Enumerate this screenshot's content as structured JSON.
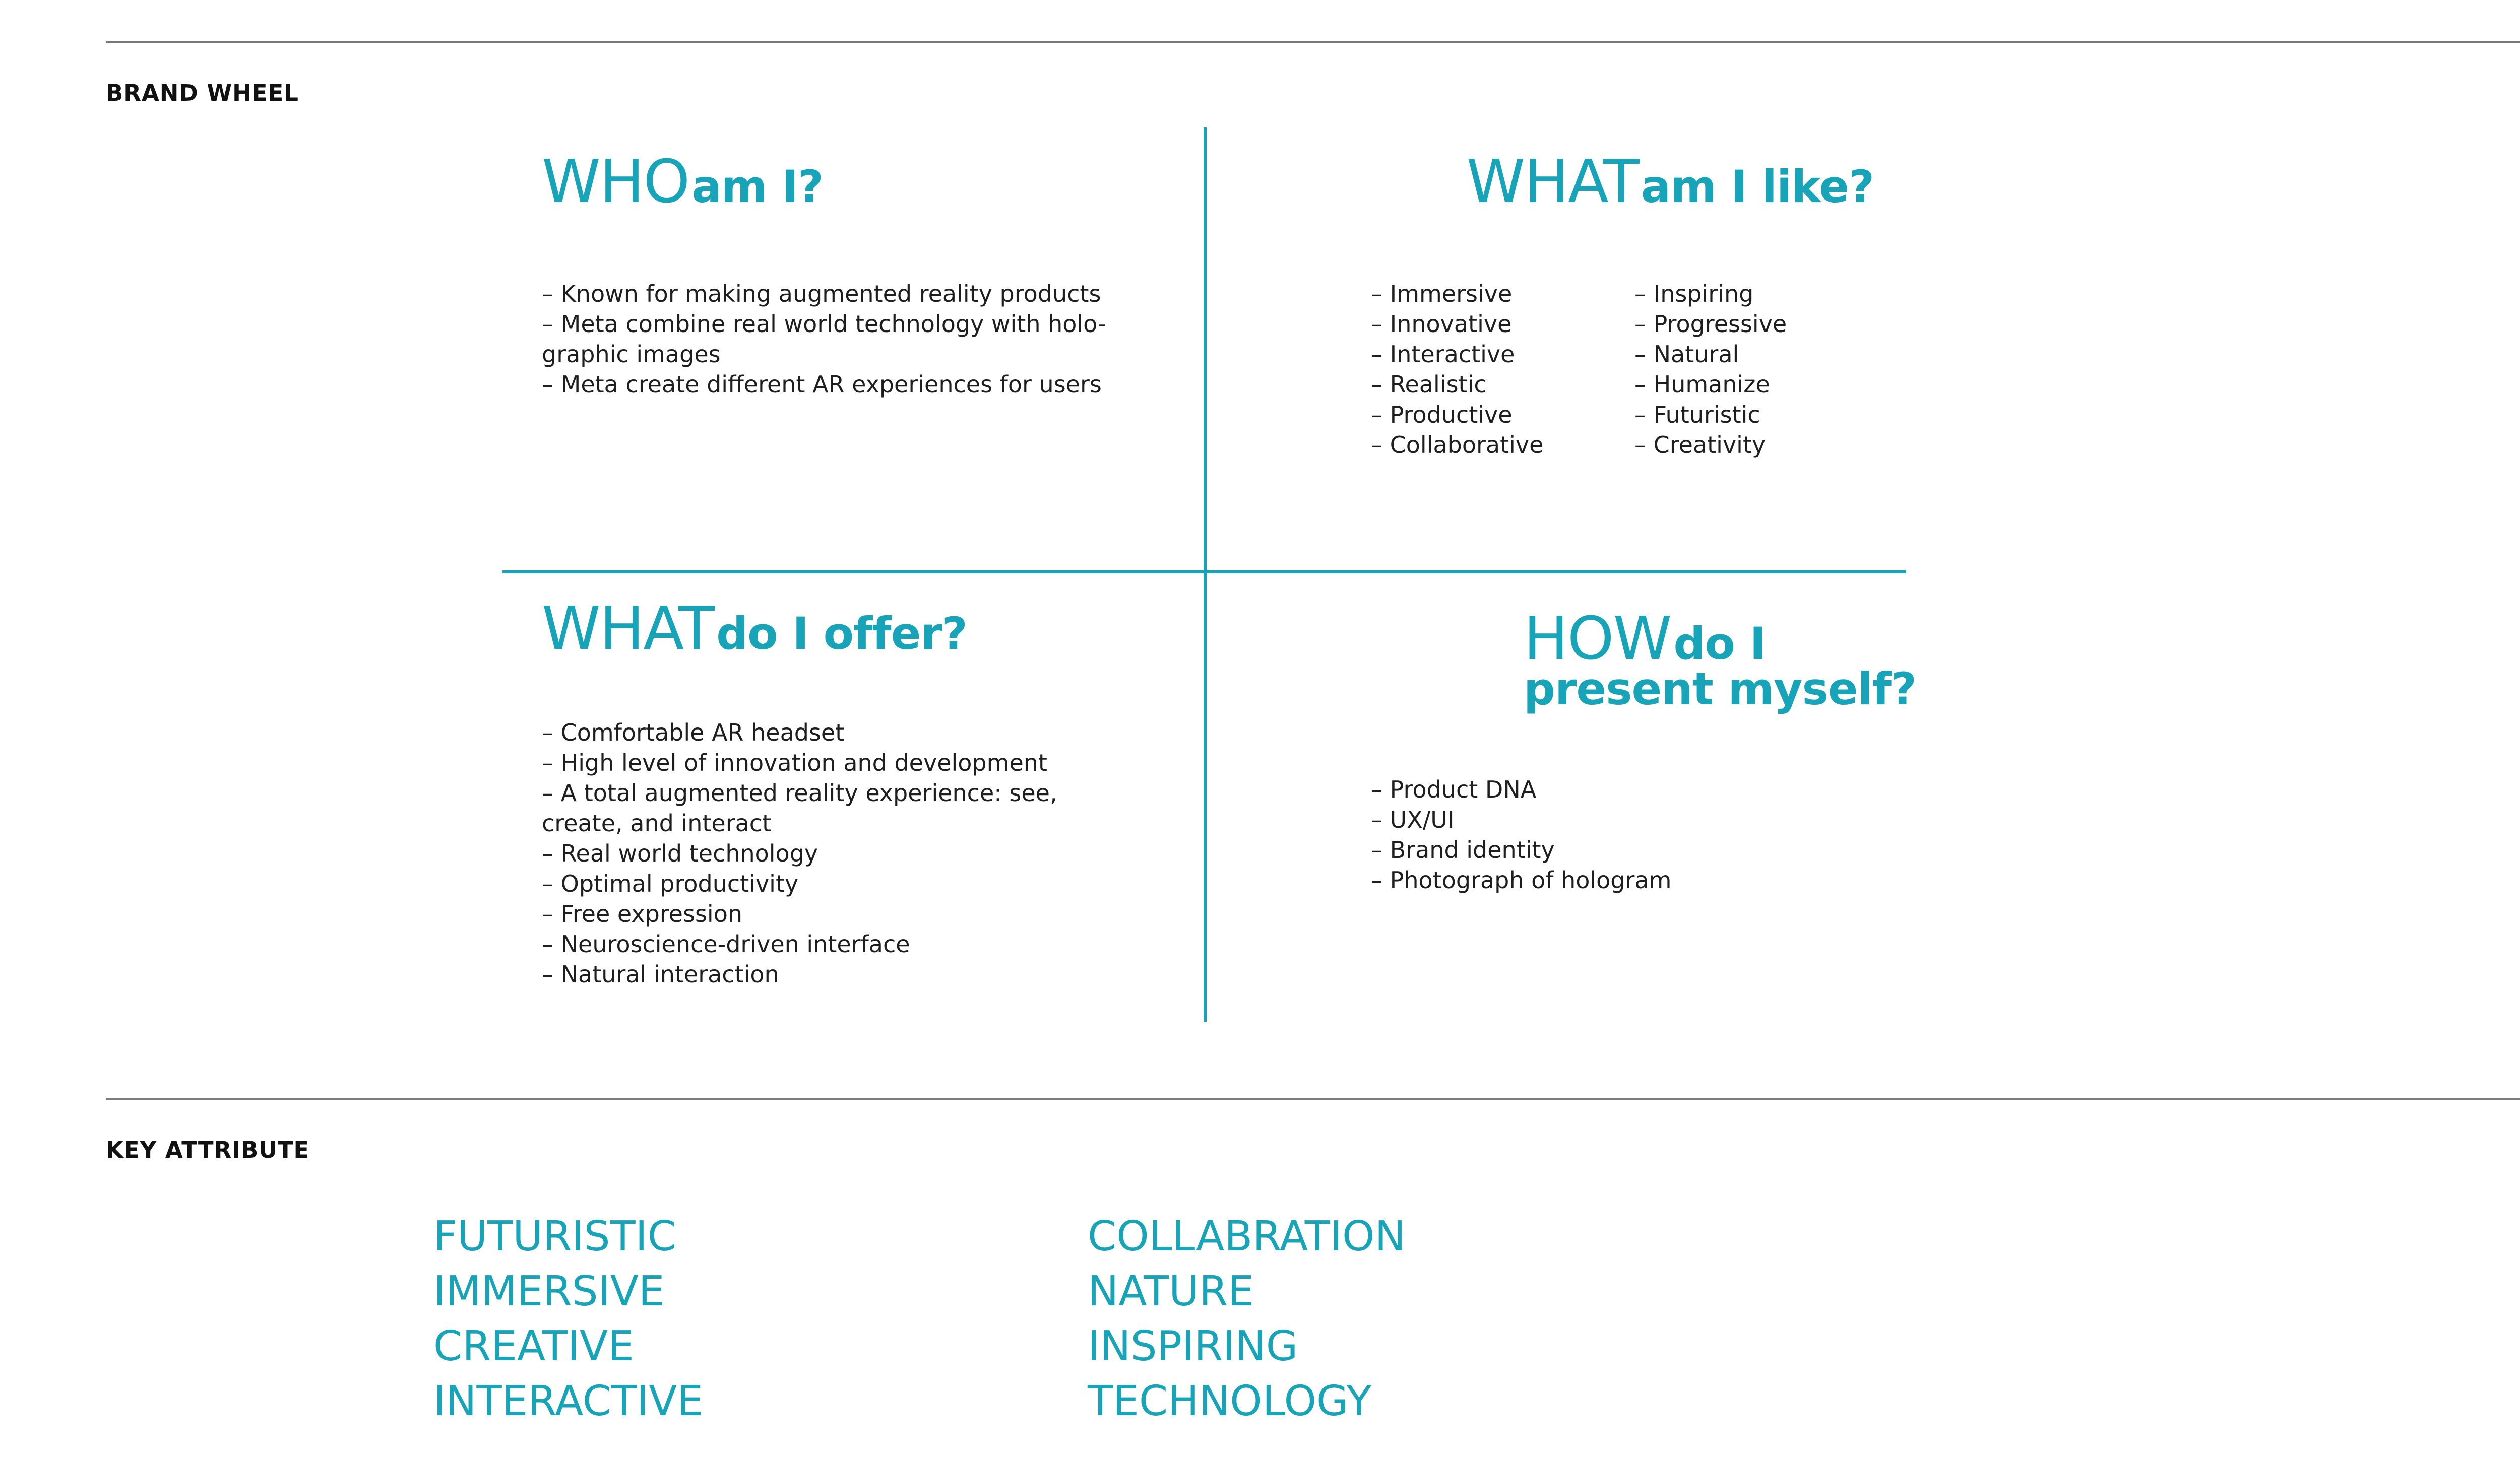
{
  "colors": {
    "accent": "#17a3b8",
    "rule": "#7a7a7a",
    "text": "#1e1e1e"
  },
  "brand_wheel": {
    "label": "BRAND WHEEL",
    "who": {
      "title_big": "WHO",
      "title_small": "am I?",
      "items": [
        "Known for making augmented reality products",
        "Meta combine real world technology with holo-graphic images",
        "Meta create different AR experiences for users"
      ]
    },
    "what_like": {
      "title_big": "WHAT",
      "title_small": "am I like?",
      "col1": [
        "Immersive",
        "Innovative",
        "Interactive",
        "Realistic",
        "Productive",
        "Collaborative"
      ],
      "col2": [
        "Inspiring",
        "Progressive",
        "Natural",
        "Humanize",
        "Futuristic",
        "Creativity"
      ]
    },
    "what_offer": {
      "title_big": "WHAT",
      "title_small": "do I offer?",
      "items": [
        "Comfortable AR headset",
        "High level of innovation and development",
        "A total augmented reality experience: see, create, and interact",
        "Real world technology",
        "Optimal productivity",
        "Free expression",
        "Neuroscience-driven interface",
        "Natural interaction"
      ]
    },
    "how": {
      "title_big": "HOW",
      "title_small_1": "do I",
      "title_small_2": "present myself?",
      "items": [
        "Product DNA",
        "UX/UI",
        "Brand identity",
        "Photograph of hologram"
      ]
    }
  },
  "key_attribute": {
    "label": "KEY ATTRIBUTE",
    "col1": [
      "FUTURISTIC",
      "IMMERSIVE",
      "CREATIVE",
      "INTERACTIVE"
    ],
    "col2": [
      "COLLABRATION",
      "NATURE",
      "INSPIRING",
      "TECHNOLOGY"
    ]
  }
}
